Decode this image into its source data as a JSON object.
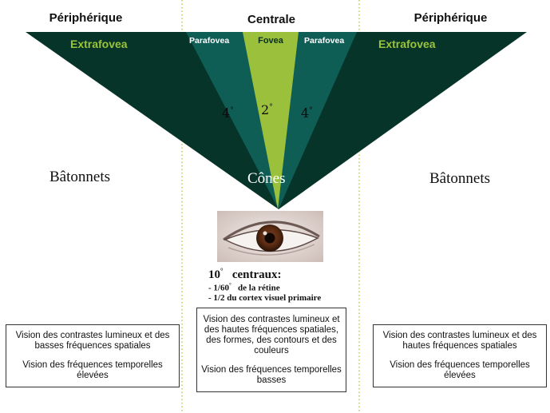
{
  "zones": {
    "left_title": "Périphérique",
    "center_title": "Centrale",
    "right_title": "Périphérique"
  },
  "field_labels": {
    "extrafovea_left": "Extrafovea",
    "extrafovea_right": "Extrafovea",
    "parafovea_left": "Parafovea",
    "fovea": "Fovea",
    "parafovea_right": "Parafovea"
  },
  "angles": {
    "left": "4",
    "center": "2",
    "right": "4",
    "degree_symbol": "°"
  },
  "receptors": {
    "rods_left": "Bâtonnets",
    "cones": "Cônes",
    "rods_right": "Bâtonnets"
  },
  "central_info": {
    "title_value": "10",
    "title_degree": "°",
    "title_text": "centraux:",
    "line1_prefix": "- 1/60",
    "line1_degree": "°",
    "line1_text": "de la rétine",
    "line2": "- 1/2 du  cortex visuel primaire"
  },
  "boxes": {
    "left": {
      "line1": "Vision des contrastes lumineux et des basses fréquences spatiales",
      "line2": "Vision des fréquences temporelles élevées"
    },
    "center": {
      "line1": "Vision des contrastes lumineux et des hautes fréquences spatiales, des formes, des contours et des couleurs",
      "line2": "Vision des fréquences temporelles basses"
    },
    "right": {
      "line1": "Vision des contrastes lumineux et des hautes fréquences spatiales",
      "line2": "Vision des fréquences temporelles élevées"
    }
  },
  "colors": {
    "extrafovea": "#073428",
    "parafovea": "#0f5e56",
    "fovea": "#9bc13c",
    "label_green": "#9ac43a",
    "divider": "#b9cf4a"
  }
}
